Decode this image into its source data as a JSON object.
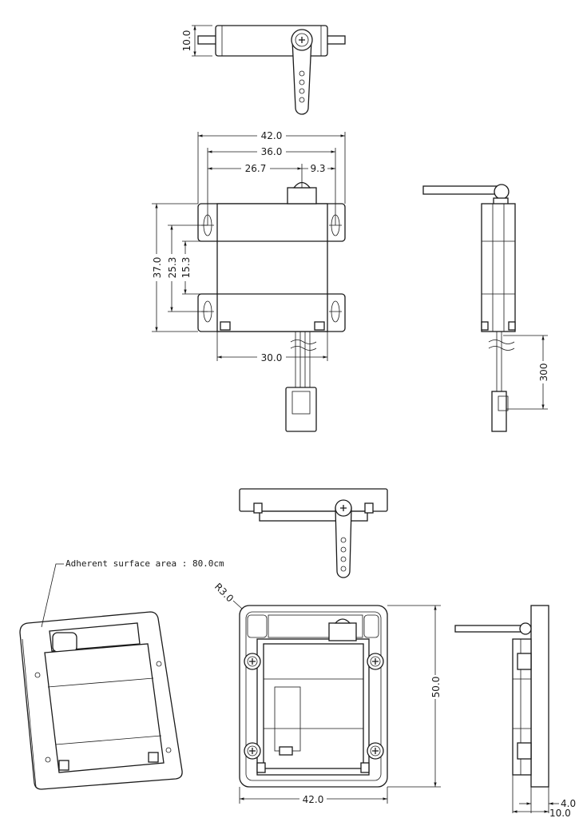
{
  "drawing": {
    "top_view": {
      "height_dim": "10.0"
    },
    "front_view": {
      "width_overall": "42.0",
      "width_holes": "36.0",
      "offset_left": "26.7",
      "offset_right": "9.3",
      "height_overall": "37.0",
      "height_holes": "25.3",
      "height_band": "15.3",
      "width_body": "30.0"
    },
    "side_view": {
      "wire_length": "300"
    },
    "mount": {
      "note": "Adherent surface area : 80.0cm",
      "radius": "R3.0",
      "height": "50.0",
      "width": "42.0",
      "plate_thickness": "4.0",
      "depth": "10.0"
    },
    "colors": {
      "line": "#1a1a1a",
      "background": "#ffffff"
    }
  }
}
